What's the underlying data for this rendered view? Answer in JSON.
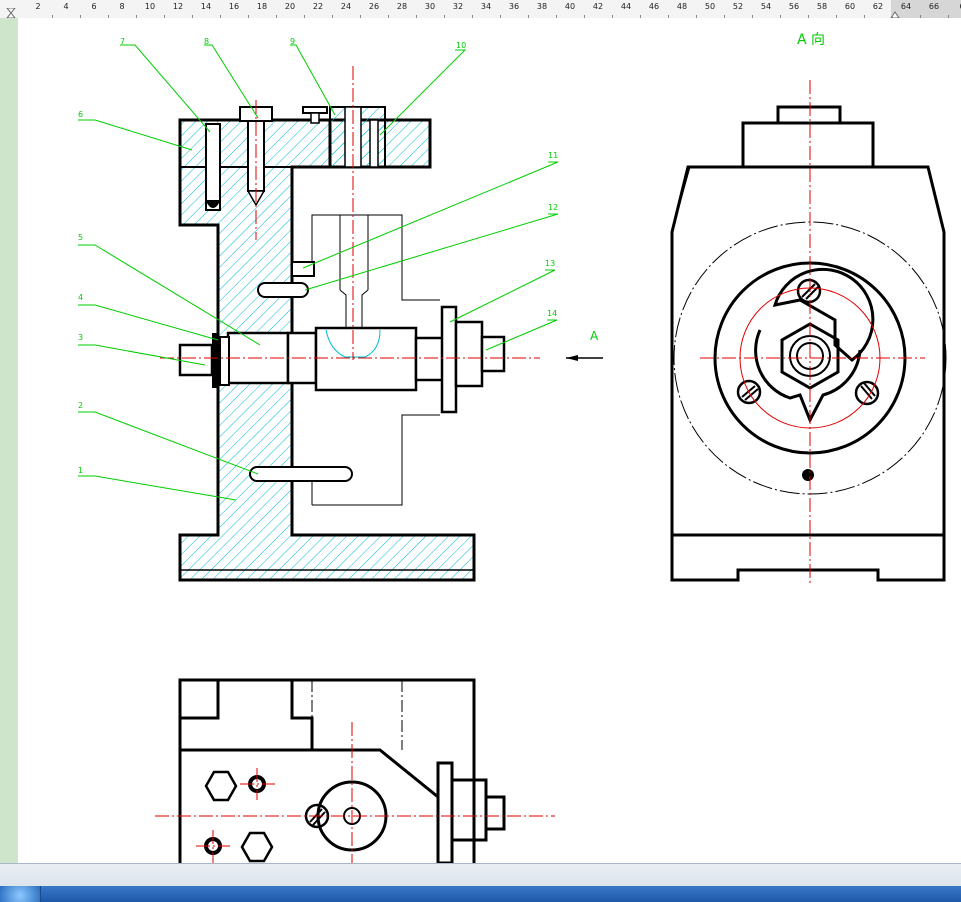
{
  "ruler": {
    "labels": [
      "2",
      "4",
      "6",
      "8",
      "10",
      "12",
      "14",
      "16",
      "18",
      "20",
      "22",
      "24",
      "26",
      "28",
      "30",
      "32",
      "34",
      "36",
      "38",
      "40",
      "42",
      "44",
      "46",
      "48",
      "50",
      "52",
      "54",
      "56",
      "58",
      "60",
      "62",
      "64",
      "66",
      "6"
    ]
  },
  "drawing": {
    "view_title": "A 向",
    "direction_label": "A",
    "part_numbers": [
      "1",
      "2",
      "3",
      "4",
      "5",
      "6",
      "7",
      "8",
      "9",
      "10",
      "11",
      "12",
      "13",
      "14"
    ],
    "colors": {
      "outline": "#000000",
      "hatch": "#00bcd4",
      "leader": "#00cc00",
      "centerline": "#e00000",
      "annotation": "#00cc00"
    }
  },
  "icons": {
    "ruler_marker": "hourglass-marker-icon",
    "start_button": "windows-start-icon"
  }
}
